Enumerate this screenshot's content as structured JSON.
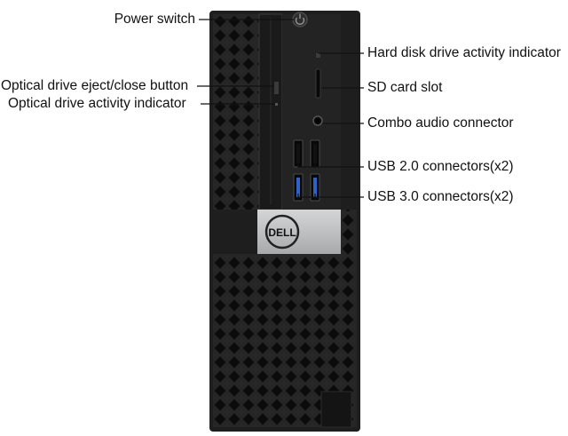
{
  "diagram": {
    "labels": {
      "power_switch": "Power switch",
      "hdd_indicator": "Hard disk drive activity indicator",
      "sd_slot": "SD card slot",
      "eject_button": "Optical drive eject/close button",
      "optical_indicator": "Optical drive activity indicator",
      "audio_connector": "Combo audio connector",
      "usb2": "USB 2.0 connectors(x2)",
      "usb3": "USB 3.0 connectors(x2)"
    },
    "logo_text": "DELL",
    "colors": {
      "chassis": "#262626",
      "mesh_hole": "#0c0c0c",
      "badge": "#bfc0c2",
      "usb2_insert": "#111111",
      "usb3_insert": "#2d63c9",
      "leader_line": "#111111"
    }
  }
}
